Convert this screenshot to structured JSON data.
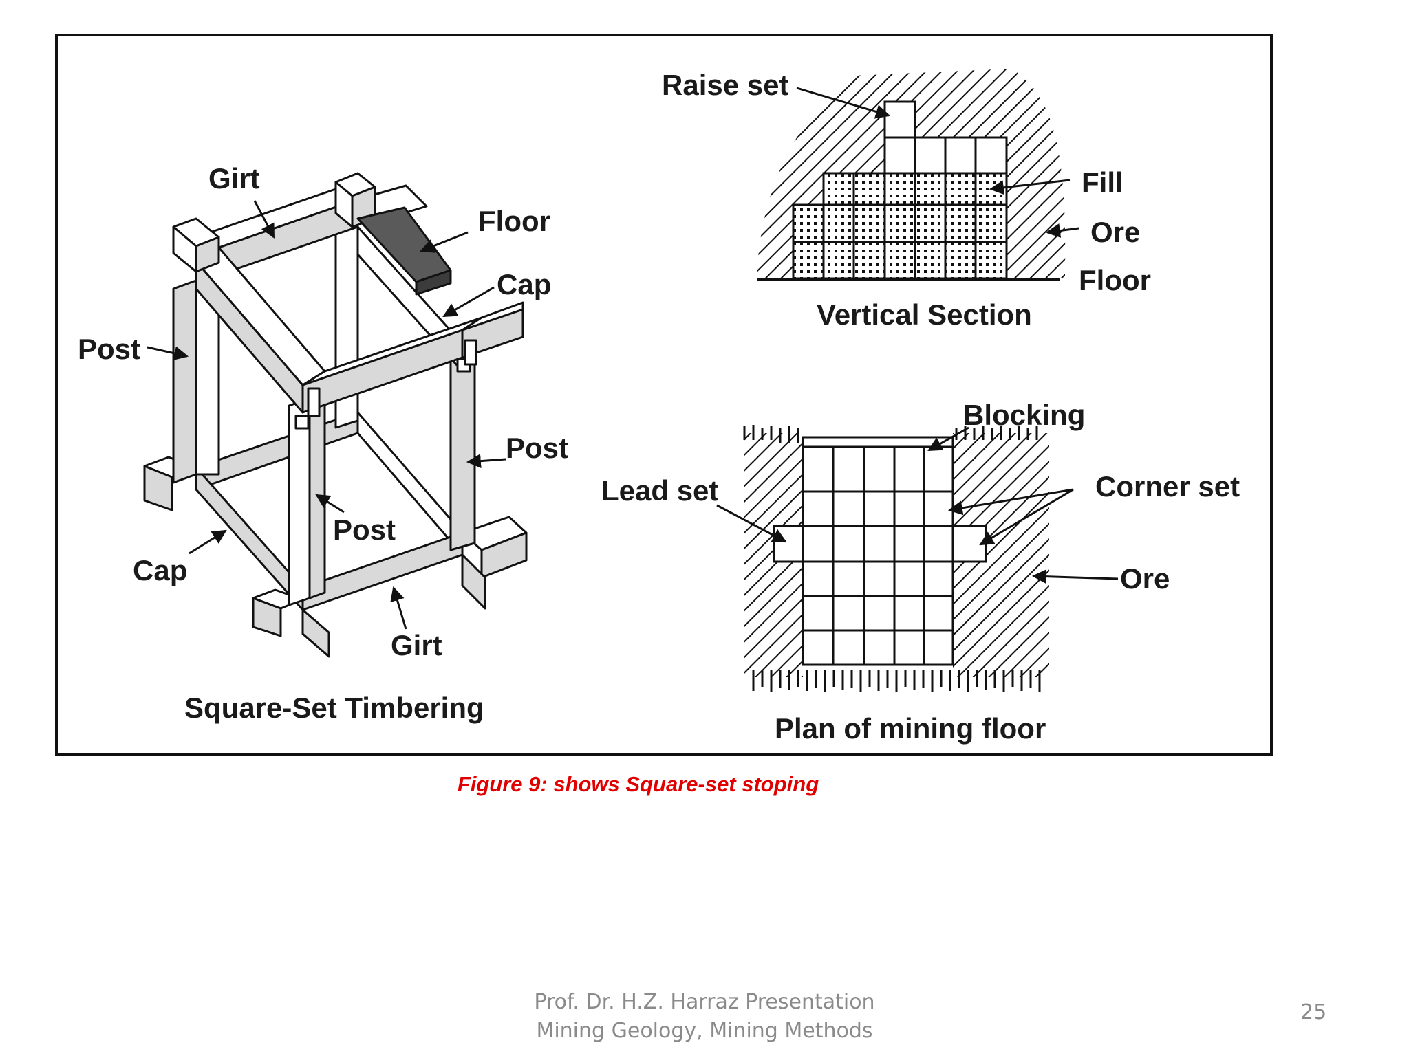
{
  "figure": {
    "timbering": {
      "title": "Square-Set Timbering",
      "labels": {
        "girt_top": "Girt",
        "floor": "Floor",
        "cap_top": "Cap",
        "post_left": "Post",
        "post_right": "Post",
        "post_center": "Post",
        "cap_bottom": "Cap",
        "girt_bottom": "Girt"
      }
    },
    "vertical_section": {
      "title": "Vertical Section",
      "labels": {
        "raise_set": "Raise set",
        "fill": "Fill",
        "ore": "Ore",
        "floor": "Floor"
      }
    },
    "plan": {
      "title": "Plan of mining floor",
      "labels": {
        "blocking": "Blocking",
        "lead_set": "Lead set",
        "corner_set": "Corner set",
        "ore": "Ore"
      }
    }
  },
  "caption": "Figure 9: shows Square-set stoping",
  "footer": {
    "line1": "Prof. Dr. H.Z. Harraz Presentation",
    "line2": "Mining Geology,  Mining Methods"
  },
  "page_number": "25"
}
